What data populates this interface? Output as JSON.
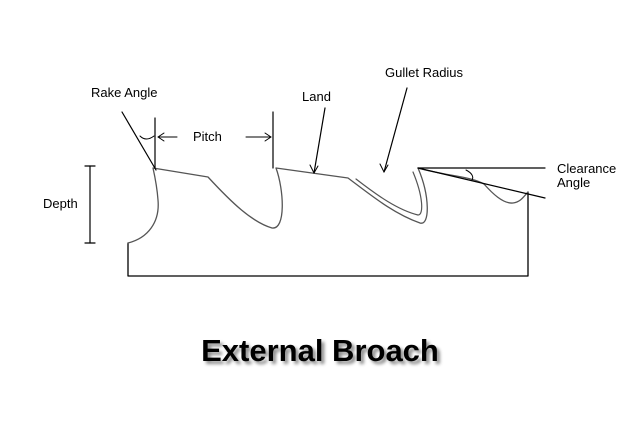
{
  "labels": {
    "rake_angle": "Rake Angle",
    "land": "Land",
    "gullet_radius": "Gullet Radius",
    "pitch": "Pitch",
    "clearance_angle_line1": "Clearance",
    "clearance_angle_line2": "Angle",
    "depth": "Depth"
  },
  "title": "External Broach",
  "colors": {
    "line": "#000000",
    "tooth_outline": "#555555",
    "background": "#ffffff"
  }
}
